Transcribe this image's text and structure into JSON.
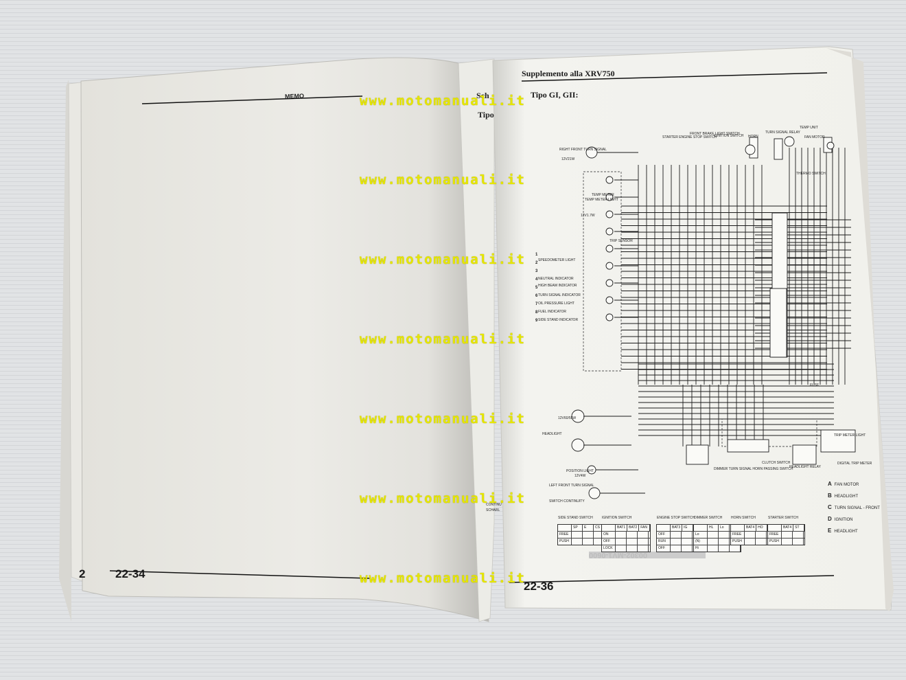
{
  "left_page": {
    "memo_label": "MEMO",
    "page_number": "22-34",
    "edge_page_fragment": "2"
  },
  "middle_page": {
    "header_fragment": "Sch",
    "tipo_fragment": "Tipo",
    "continuity_fragment": "CONTINU",
    "scharl_fragment": "SCHARL"
  },
  "right_page": {
    "header": "Supplemento alla XRV750",
    "subheader": "Tipo GI, GII:",
    "page_number": "22-36",
    "ghost_code": "00302-MV1-0600",
    "component_labels": [
      "RIGHT FRONT TURN SIGNAL",
      "12V21W",
      "TEMP METER LIGHT",
      "TEMP METER",
      "12V1.7W",
      "TRIP SENSOR",
      "SPEEDOMETER LIGHT",
      "NEUTRAL INDICATOR",
      "HIGH BEAM INDICATOR",
      "TURN SIGNAL INDICATOR",
      "OIL PRESSURE LIGHT",
      "FUEL INDICATOR",
      "SIDE STAND INDICATOR",
      "HEADLIGHT",
      "12V60/55W",
      "POSITION LIGHT",
      "12V4W",
      "LEFT FRONT TURN SIGNAL",
      "FRONT BRAKE LIGHT SWITCH",
      "STARTER ENGINE STOP SWITCH",
      "IGNITION SWITCH",
      "HORN",
      "TURN SIGNAL RELAY",
      "FAN MOTOR",
      "TEMP UNIT",
      "THERMO SWITCH",
      "FUSE",
      "DIMMER TURN SIGNAL HORN PASSING SWITCH",
      "CLUTCH SWITCH",
      "HEADLIGHT RELAY",
      "TRIP METER LIGHT",
      "DIGITAL TRIP METER"
    ],
    "indicator_numbers": [
      "1",
      "2",
      "3",
      "4",
      "5",
      "6",
      "7",
      "8",
      "9"
    ],
    "switch_continuity_title": "SWITCH CONTINUITY",
    "switch_tables": [
      {
        "title": "SIDE STAND SWITCH",
        "cols": [
          "SP",
          "E",
          "CS"
        ],
        "rows": [
          "FREE",
          "PUSH"
        ]
      },
      {
        "title": "IGNITION SWITCH",
        "cols": [
          "BAT1",
          "BAT2",
          "FAN"
        ],
        "rows": [
          "ON",
          "OFF",
          "LOCK"
        ]
      },
      {
        "title": "ENGINE STOP SWITCH",
        "cols": [
          "BAT3",
          "IG"
        ],
        "rows": [
          "OFF",
          "RUN",
          "OFF"
        ]
      },
      {
        "title": "DIMMER SWITCH",
        "cols": [
          "HL",
          "Lo",
          "Hi"
        ],
        "rows": [
          "Lo",
          "(N)",
          "Hi"
        ]
      },
      {
        "title": "HORN SWITCH",
        "cols": [
          "BAT4",
          "HO"
        ],
        "rows": [
          "FREE",
          "PUSH"
        ]
      },
      {
        "title": "STARTER SWITCH",
        "cols": [
          "BAT4",
          "ST"
        ],
        "rows": [
          "FREE",
          "PUSH"
        ]
      }
    ],
    "legend": [
      {
        "letter": "A",
        "text": "FAN MOTOR"
      },
      {
        "letter": "B",
        "text": "HEADLIGHT"
      },
      {
        "letter": "C",
        "text": "TURN SIGNAL - FRONT"
      },
      {
        "letter": "D",
        "text": "IGNITION"
      },
      {
        "letter": "E",
        "text": "HEADLIGHT"
      }
    ]
  },
  "watermark": {
    "text": "www.motomanuali.it",
    "color": "#e6e600",
    "count": 7
  }
}
